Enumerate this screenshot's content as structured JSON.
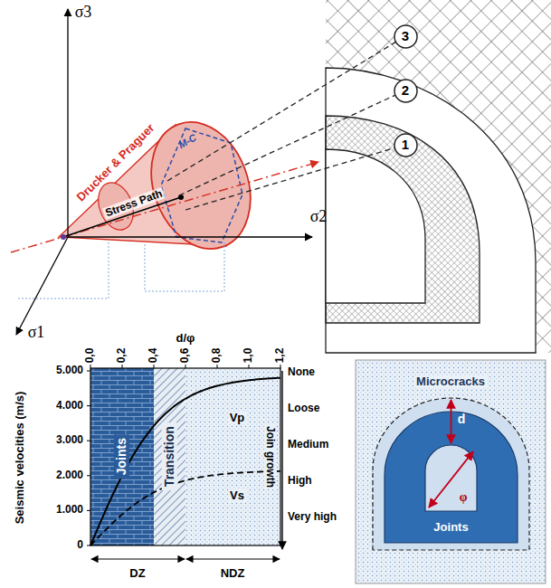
{
  "diagram": {
    "nodes": [
      {
        "text": [
          "3"
        ]
      },
      {
        "text": [
          "2"
        ]
      },
      {
        "text": [
          "1"
        ]
      },
      {
        "text": [
          "Joints"
        ]
      },
      {
        "text": [
          "Transition"
        ]
      },
      {
        "text": [
          "Microcracks"
        ]
      },
      {
        "text": [
          "Joints"
        ],
        "in": 5
      }
    ],
    "labels": [
      "σ3",
      "σ2",
      "σ1",
      "Drucker & Praguer",
      "M-C",
      "Stress Path",
      "d/φ",
      "0,0",
      "0,2",
      "0,4",
      "0,6",
      "0,8",
      "1,0",
      "1,2",
      "5.000",
      "4.000",
      "3.000",
      "2.000",
      "1.000",
      "0",
      "Seismic velocities (m/s)",
      "Vp",
      "Vs",
      "None",
      "Loose",
      "Medium",
      "High",
      "Very high",
      "Join growth",
      "DZ",
      "NDZ",
      "d",
      "φ"
    ]
  }
}
